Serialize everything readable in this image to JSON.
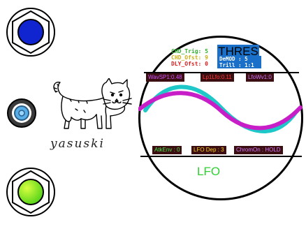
{
  "knobs": [
    {
      "name": "top-knob",
      "color": "#1025d0"
    },
    {
      "name": "middle-knob",
      "color": "#58aee6"
    },
    {
      "name": "bottom-knob",
      "color": "#9cf02a"
    }
  ],
  "logo": {
    "text": "yasuski"
  },
  "display": {
    "status": {
      "chd_trig": "CHD_Trig: 5",
      "chd_ofst": "CHD_Ofst: 9",
      "dly_ofst": "DLY_Ofst: 0"
    },
    "thres_label": "THRES",
    "demod": "DeMOD : 5",
    "trill": "Trill : 1:1",
    "params_top": [
      {
        "text": "WavSP1:0.48",
        "color": "#cc55ff"
      },
      {
        "text": "Lp1Lfo:0.11",
        "color": "#ff3a3a"
      },
      {
        "text": "LfoWv1:0",
        "color": "#cc77ff"
      }
    ],
    "params_bottom": [
      {
        "text": "AtkEnv : 0",
        "color": "#49e849"
      },
      {
        "text": "LFO Dep : 3",
        "color": "#ffd21a"
      },
      {
        "text": "ChromOn : HOLD",
        "color": "#d67cff"
      }
    ],
    "wave_colors": {
      "primary": "#c81ec8",
      "secondary": "#1ec8c8"
    },
    "mode_label": "LFO"
  }
}
